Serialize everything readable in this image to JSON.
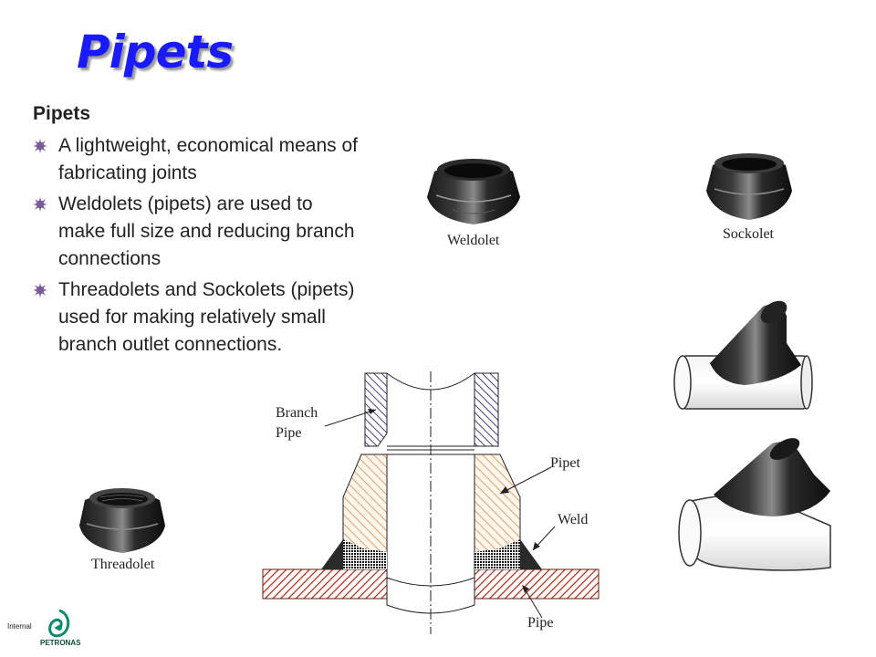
{
  "slide": {
    "title": "Pipets",
    "subheading": "Pipets",
    "bullets": [
      "A lightweight, economical means of fabricating joints",
      "Weldolets (pipets) are used to make full size and reducing branch connections",
      "Threadolets and Sockolets (pipets) used for making relatively small branch outlet connections."
    ]
  },
  "photos": {
    "weldolet": "Weldolet",
    "sockolet": "Sockolet",
    "threadolet": "Threadolet"
  },
  "diagram": {
    "branch_label_1": "Branch",
    "branch_label_2": "Pipe",
    "pipet_label": "Pipet",
    "weld_label": "Weld",
    "pipe_label": "Pipe"
  },
  "footer": {
    "classification": "Internal",
    "brand": "PETRONAS"
  },
  "colors": {
    "title": "#1a1aff",
    "bullet": "#7b5a9c",
    "pipet_hatch": "#e0a070",
    "pipe_hatch": "#a82810",
    "branch_hatch": "#4a3f7a"
  }
}
